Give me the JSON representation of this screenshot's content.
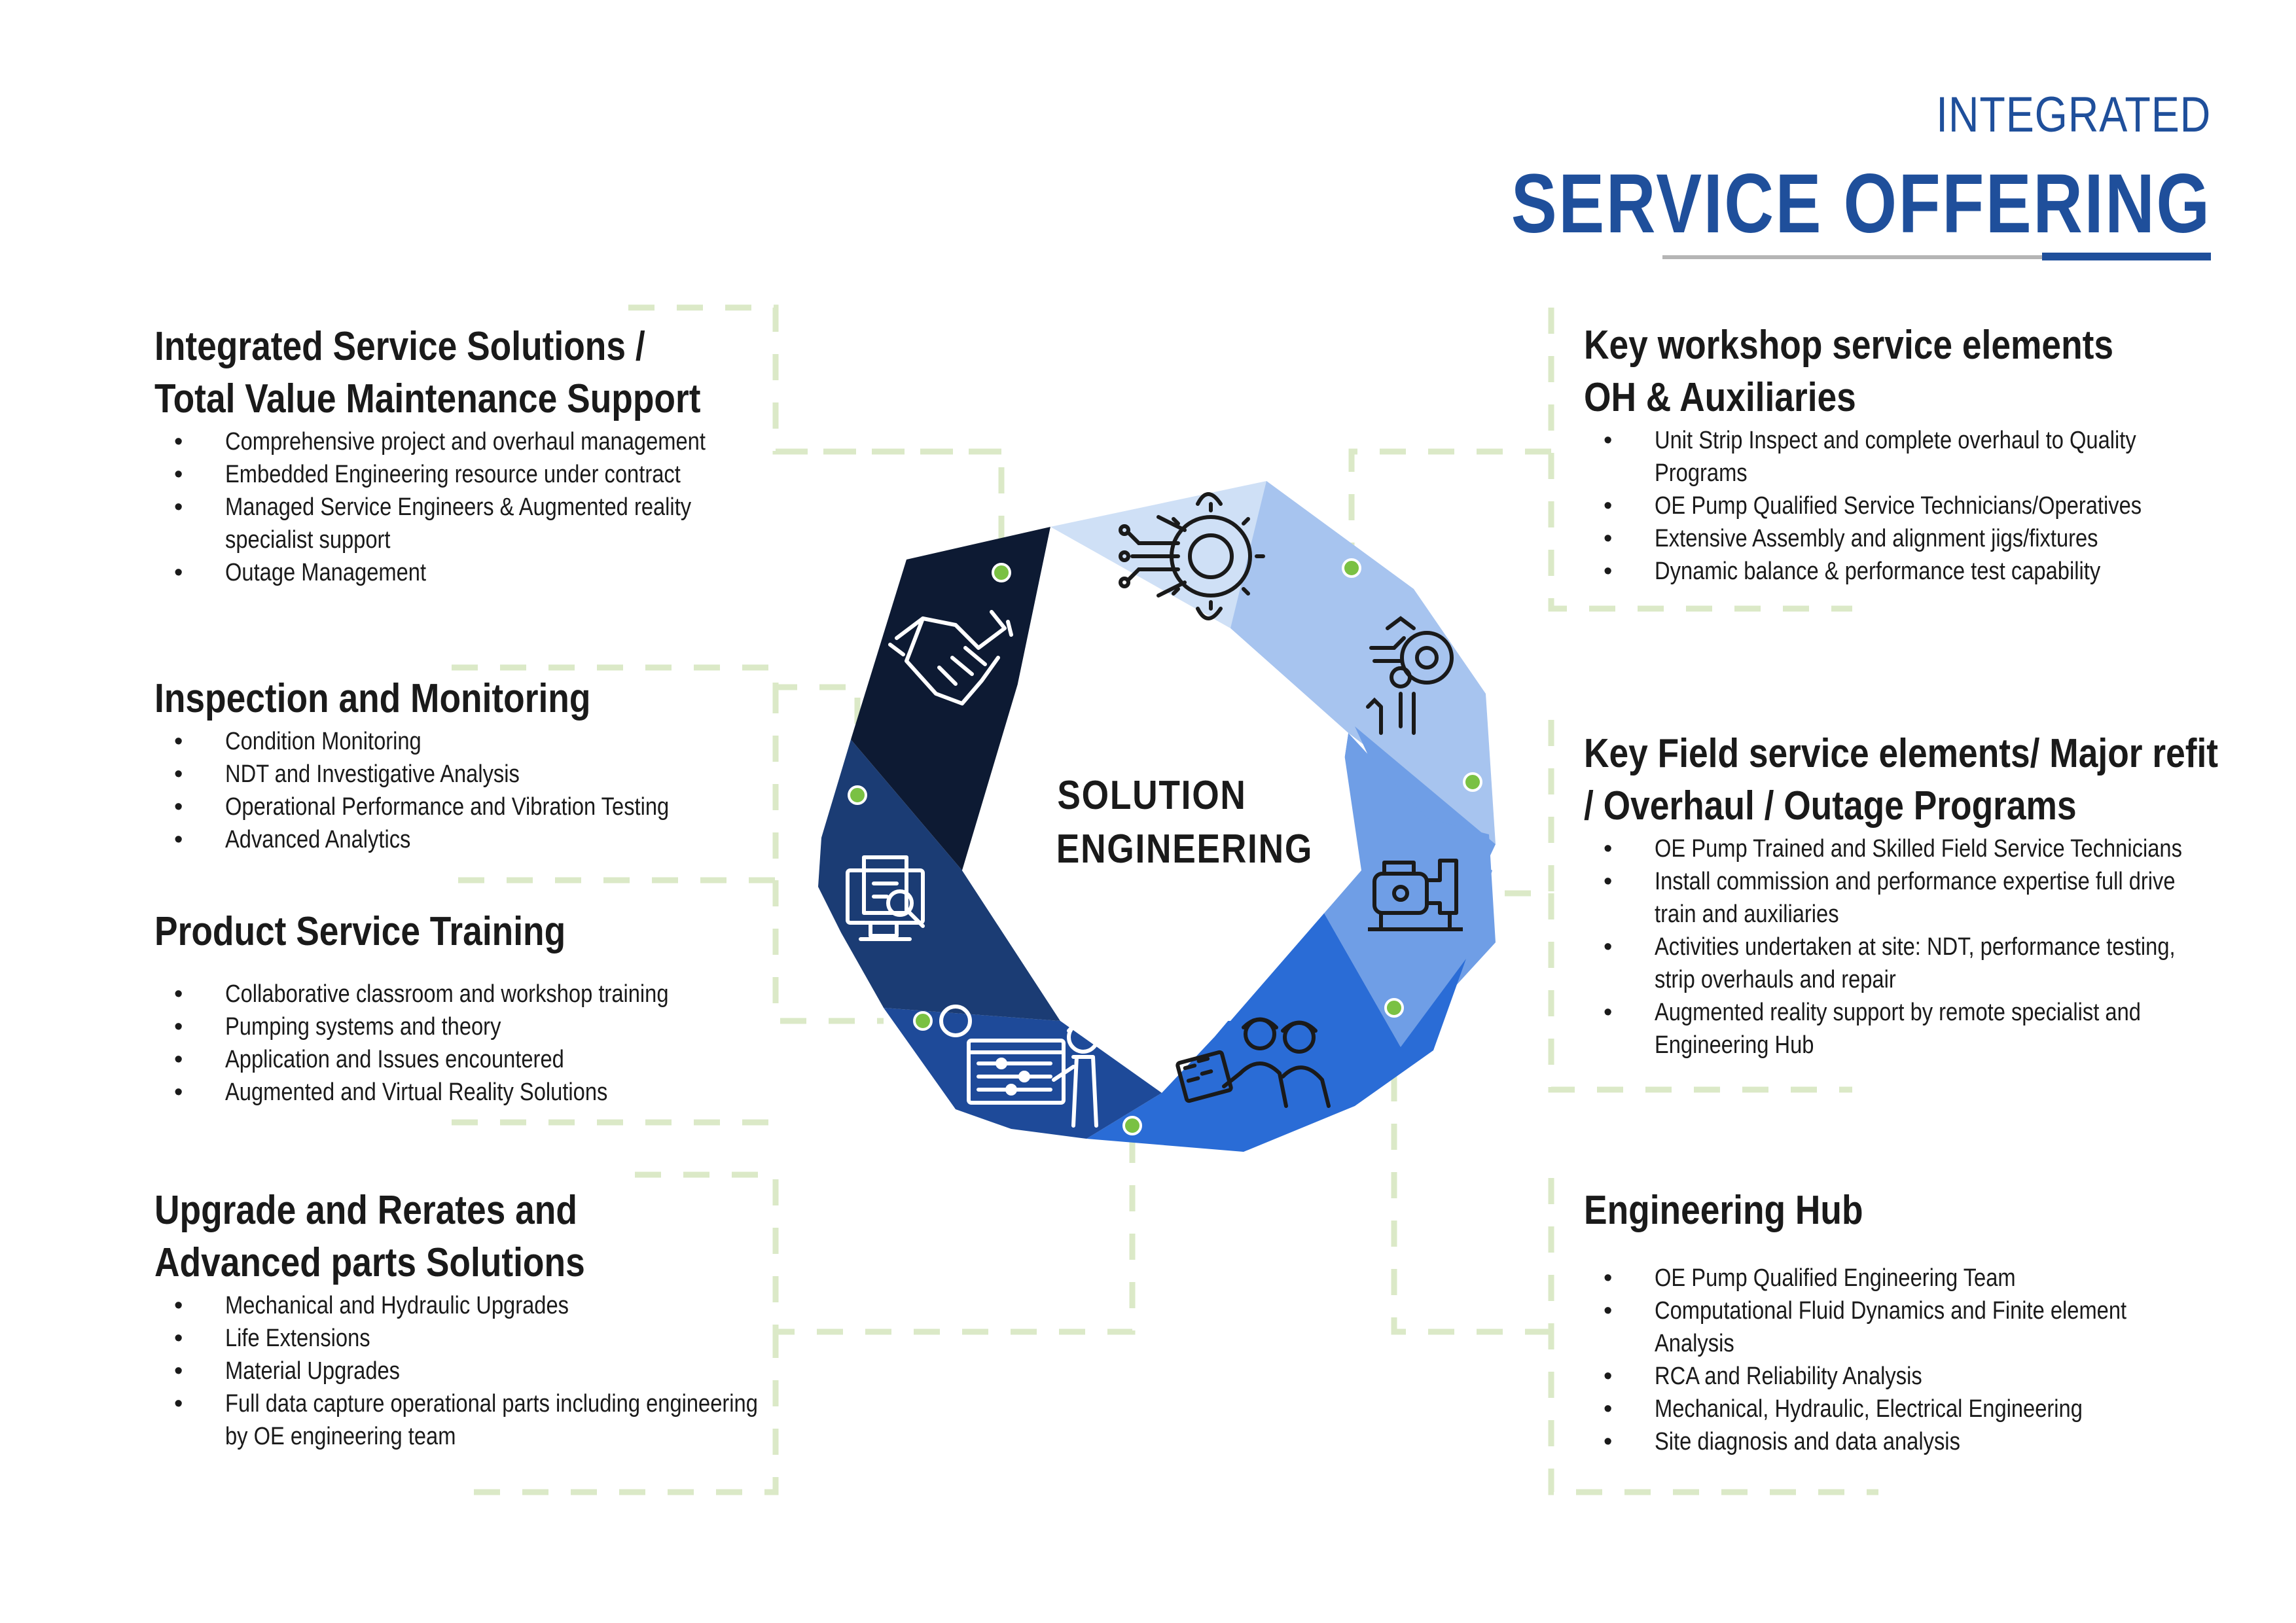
{
  "header": {
    "small": "INTEGRATED",
    "big": "SERVICE OFFERING"
  },
  "center": {
    "line1": "SOLUTION",
    "line2": "ENGINEERING"
  },
  "colors": {
    "brand_blue": "#1f4f9b",
    "accent_green": "#7ac143",
    "connector": "#dbe9c7",
    "segments": [
      "#0d1a33",
      "#1b3c74",
      "#1e4a99",
      "#2a6cd6",
      "#6f9ee6",
      "#a7c4ef",
      "#cfe0f6"
    ]
  },
  "sections": {
    "s1": {
      "title_line1": "Integrated Service Solutions /",
      "title_line2": "Total Value Maintenance Support",
      "items": [
        "Comprehensive project and overhaul management",
        "Embedded Engineering resource under contract",
        "Managed Service Engineers & Augmented reality",
        "specialist support",
        "Outage Management"
      ]
    },
    "s2": {
      "title_line1": "Inspection and Monitoring",
      "items": [
        "Condition Monitoring",
        "NDT and Investigative Analysis",
        "Operational Performance and Vibration Testing",
        "Advanced Analytics"
      ]
    },
    "s3": {
      "title_line1": "Product Service Training",
      "items": [
        "Collaborative classroom and workshop training",
        "Pumping systems and theory",
        "Application and Issues encountered",
        "Augmented and Virtual Reality Solutions"
      ]
    },
    "s4": {
      "title_line1": "Upgrade and Rerates and",
      "title_line2": "Advanced parts Solutions",
      "items": [
        "Mechanical and Hydraulic Upgrades",
        "Life Extensions",
        "Material Upgrades",
        "Full data capture operational parts including engineering",
        "by OE engineering team"
      ]
    },
    "s5": {
      "title_line1": "Key workshop service elements",
      "title_line2": "OH & Auxiliaries",
      "items": [
        "Unit Strip Inspect and complete overhaul to Quality",
        "Programs",
        "OE Pump Qualified Service Technicians/Operatives",
        "Extensive Assembly and alignment jigs/fixtures",
        "Dynamic balance & performance test capability"
      ]
    },
    "s6": {
      "title_line1": "Key Field service elements/ Major refit",
      "title_line2": "/ Overhaul / Outage Programs",
      "items": [
        "OE Pump Trained and Skilled Field Service Technicians",
        "Install commission and performance expertise full drive",
        "train and auxiliaries",
        "Activities undertaken at site: NDT, performance testing,",
        "strip overhauls and repair",
        "Augmented reality support by remote specialist and",
        "Engineering Hub"
      ]
    },
    "s7": {
      "title_line1": "Engineering Hub",
      "items": [
        "OE Pump Qualified Engineering Team",
        "Computational Fluid Dynamics and Finite element",
        "Analysis",
        "RCA and Reliability Analysis",
        "Mechanical, Hydraulic, Electrical Engineering",
        "Site diagnosis and data analysis"
      ]
    }
  },
  "icons": [
    "handshake-icon",
    "gear-circuit-icon",
    "process-gear-icon",
    "pump-icon",
    "field-technicians-icon",
    "training-presenter-icon",
    "document-inspection-icon"
  ]
}
